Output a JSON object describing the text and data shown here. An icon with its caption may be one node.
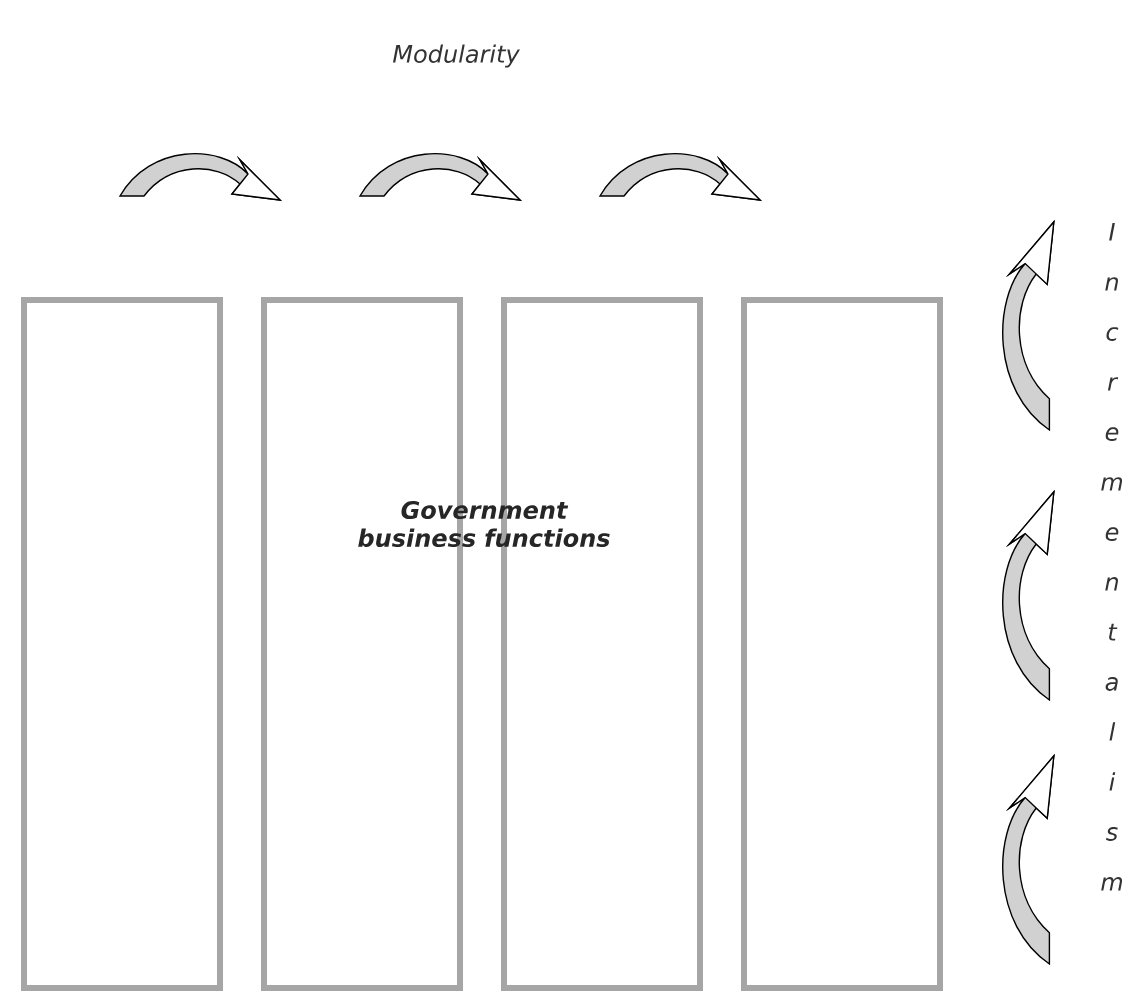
{
  "diagram": {
    "nodes": [
      {
        "text": [],
        "shape": "box"
      },
      {
        "text": [],
        "shape": "box"
      },
      {
        "text": [],
        "shape": "box"
      },
      {
        "text": [],
        "shape": "box"
      }
    ],
    "labels": [
      "Modularity",
      "Government business functions",
      "Incrementalism"
    ]
  }
}
